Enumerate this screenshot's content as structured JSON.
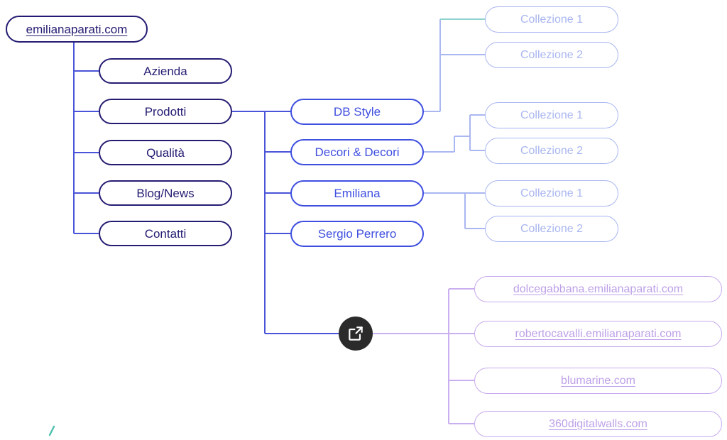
{
  "diagram": {
    "type": "sitemap-tree",
    "title": "emilianaparati.com sitemap"
  },
  "colors": {
    "root": "#241c72",
    "level1": "#241c72",
    "level2": "#3f4fe0",
    "level3": "#a9b6f0",
    "external": "#bda0e8",
    "external_border": "#c6a9ee",
    "badge_bg": "#2b2b2b",
    "accent_teal": "#4cc0ad",
    "background": "#ffffff"
  },
  "root": {
    "label": "emilianaparati.com"
  },
  "level1": {
    "items": [
      {
        "label": "Azienda"
      },
      {
        "label": "Prodotti"
      },
      {
        "label": "Qualità"
      },
      {
        "label": "Blog/News"
      },
      {
        "label": "Contatti"
      }
    ]
  },
  "level2": {
    "parent": "Prodotti",
    "items": [
      {
        "label": "DB Style"
      },
      {
        "label": "Decori & Decori"
      },
      {
        "label": "Emiliana"
      },
      {
        "label": "Sergio Perrero"
      }
    ]
  },
  "level3": {
    "groups": [
      {
        "parent": "DB Style",
        "items": [
          {
            "label": "Collezione 1"
          },
          {
            "label": "Collezione 2"
          }
        ]
      },
      {
        "parent": "Decori & Decori",
        "items": [
          {
            "label": "Collezione 1"
          },
          {
            "label": "Collezione 2"
          }
        ]
      },
      {
        "parent": "Emiliana",
        "items": [
          {
            "label": "Collezione 1"
          },
          {
            "label": "Collezione 2"
          }
        ]
      }
    ],
    "flat": [
      {
        "label": "Collezione 1"
      },
      {
        "label": "Collezione 2"
      },
      {
        "label": "Collezione 1"
      },
      {
        "label": "Collezione 2"
      },
      {
        "label": "Collezione 1"
      },
      {
        "label": "Collezione 2"
      }
    ]
  },
  "external": {
    "badge_icon": "external-link-icon",
    "items": [
      {
        "label": "dolcegabbana.emilianaparati.com"
      },
      {
        "label": "robertocavalli.emilianaparati.com"
      },
      {
        "label": "blumarine.com"
      },
      {
        "label": "360digitalwalls.com"
      }
    ]
  }
}
